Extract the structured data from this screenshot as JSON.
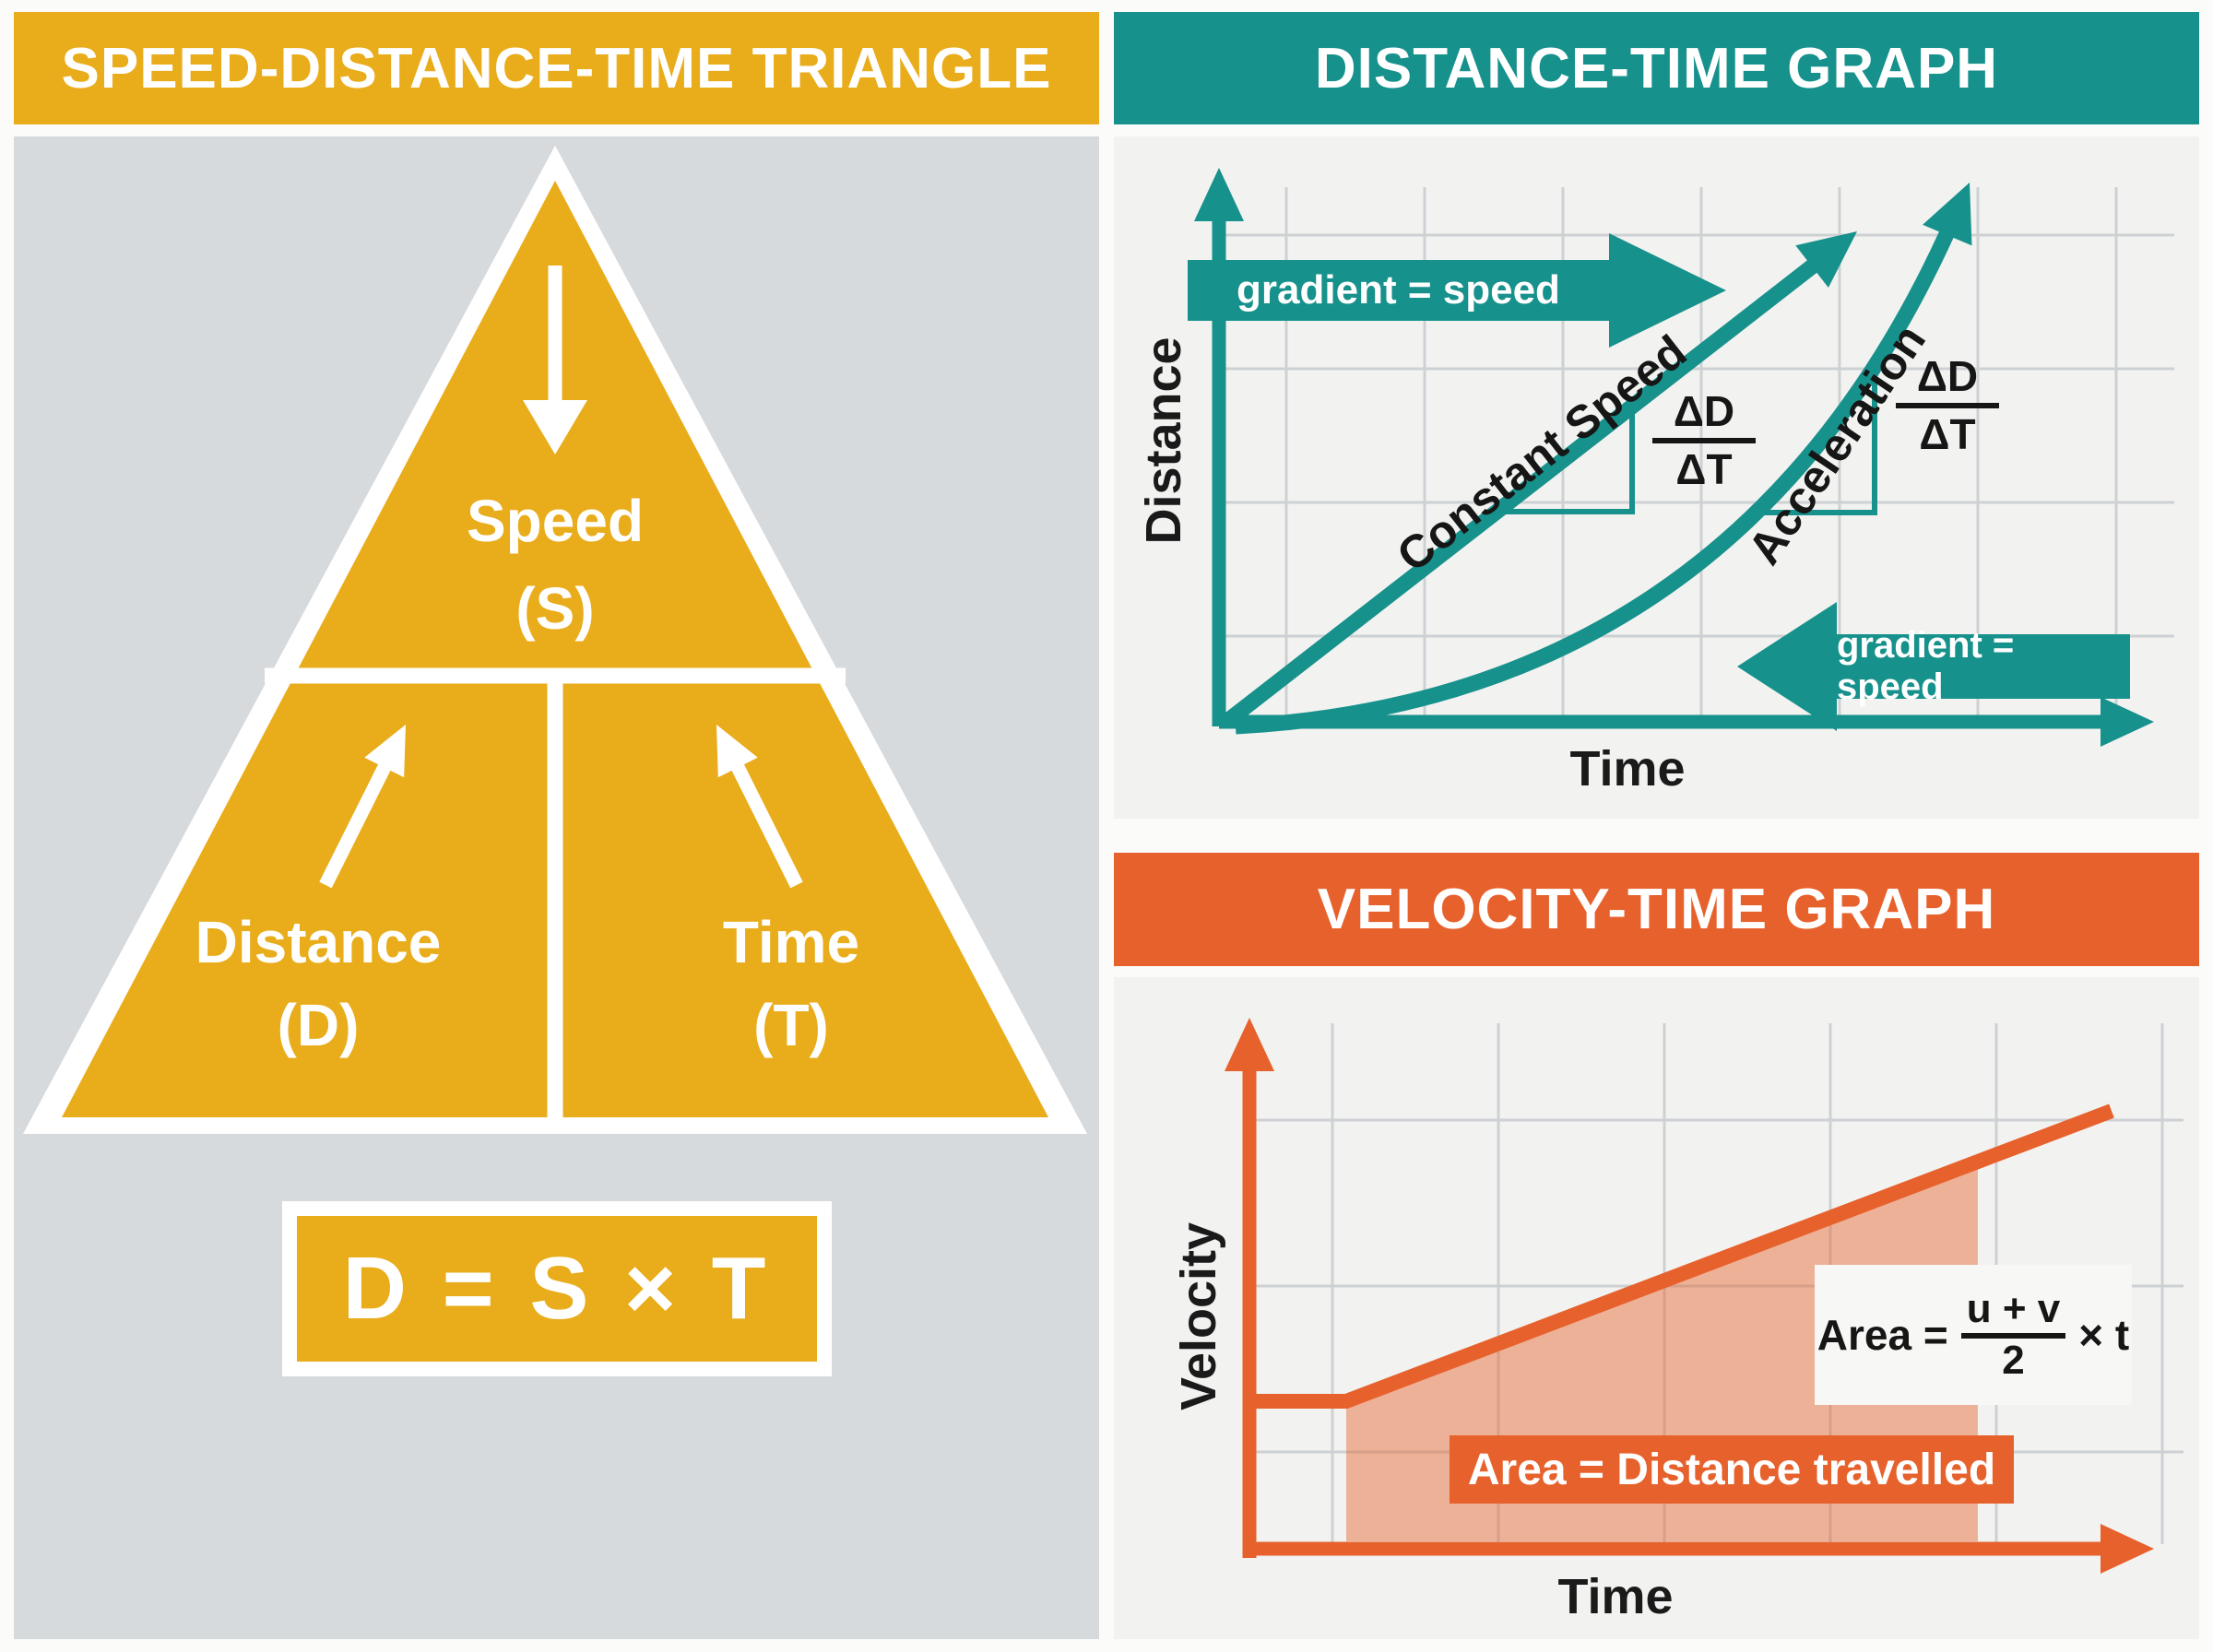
{
  "triangle_panel": {
    "title": "SPEED-DISTANCE-TIME TRIANGLE",
    "speed_label": "Speed",
    "speed_symbol": "(S)",
    "distance_label": "Distance",
    "distance_symbol": "(D)",
    "time_label": "Time",
    "time_symbol": "(T)",
    "formula": "D = S × T"
  },
  "distance_time_panel": {
    "title": "DISTANCE-TIME GRAPH",
    "y_axis_label": "Distance",
    "x_axis_label": "Time",
    "constant_speed_label": "Constant Speed",
    "acceleration_label": "Acceleration",
    "gradient_badge_top": "gradient = speed",
    "gradient_badge_bottom": "gradient = speed",
    "delta_numerator": "ΔD",
    "delta_denominator": "ΔT"
  },
  "velocity_time_panel": {
    "title": "VELOCITY-TIME GRAPH",
    "y_axis_label": "Velocity",
    "x_axis_label": "Time",
    "area_badge": "Area = Distance travelled",
    "formula_prefix": "Area =",
    "formula_numerator": "u + v",
    "formula_denominator": "2",
    "formula_suffix": "× t"
  },
  "colors": {
    "yellow": "#E9AC1B",
    "teal": "#17918C",
    "orange": "#E7612C",
    "left_panel_bg": "#D7DADD",
    "right_panel_bg": "#F2F2F0",
    "grid": "#CDD1D4",
    "text_dark": "#161616",
    "white": "#FFFFFF"
  },
  "chart_data": [
    {
      "type": "line",
      "title": "DISTANCE-TIME GRAPH",
      "xlabel": "Time",
      "ylabel": "Distance",
      "grid": true,
      "axis_numbers": false,
      "legend_position": "none",
      "series": [
        {
          "name": "Constant Speed",
          "shape": "straight line from origin",
          "x": [
            0,
            0.25,
            0.5,
            0.75,
            1
          ],
          "y": [
            0,
            0.25,
            0.5,
            0.75,
            1
          ],
          "annotation": "gradient = speed, slope marked ΔD/ΔT"
        },
        {
          "name": "Acceleration",
          "shape": "upward-steepening curve from origin",
          "x": [
            0,
            0.25,
            0.5,
            0.75,
            1
          ],
          "y": [
            0,
            0.04,
            0.18,
            0.45,
            1
          ],
          "annotation": "gradient = speed, slope marked ΔD/ΔT"
        }
      ]
    },
    {
      "type": "area",
      "title": "VELOCITY-TIME GRAPH",
      "xlabel": "Time",
      "ylabel": "Velocity",
      "grid": true,
      "axis_numbers": false,
      "series": [
        {
          "name": "Velocity",
          "shape": "starts at initial velocity u, constant briefly, then rises linearly to v",
          "x": [
            0,
            0.11,
            1
          ],
          "y": [
            0.28,
            0.28,
            0.82
          ]
        }
      ],
      "annotations": [
        "Area = Distance travelled (shaded trapezium under line)",
        "Area = (u + v)/2 × t"
      ]
    }
  ]
}
